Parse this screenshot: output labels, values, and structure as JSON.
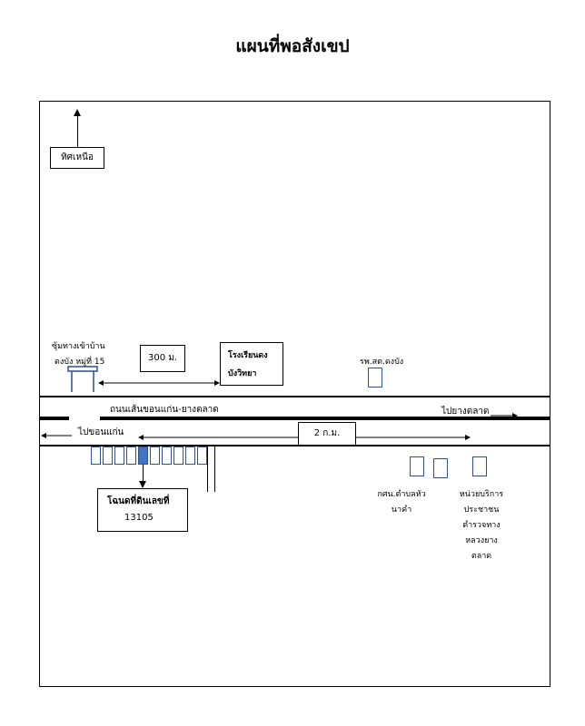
{
  "title": "แผนที่พอสังเขป",
  "north": "ทิศเหนือ",
  "junction": [
    "ซุ้มทางเข้าบ้าน",
    "ดงบัง หมู่ที่ 15"
  ],
  "dist_300": "300 ม.",
  "school": [
    "โรงเรียนดง",
    "บังวิทยา"
  ],
  "hospital": "รพ.สต.ดงบัง",
  "road_name": "ถนนเส้นขอนแก่น-ยางตลาด",
  "to_yangtalad": "ไปยางตลาด",
  "to_khonkaen": "ไปขอนแก่น",
  "dist_2km": "2 ก.ม.",
  "deed": [
    "โฉนดที่ดินเลขที่",
    "13105"
  ],
  "office": [
    "กศน.ตำบลหัว",
    "นาคำ"
  ],
  "police": [
    "หน่วยบริการ",
    "ประชาชน",
    "ตำรวจทาง",
    "หลวงยาง",
    "ตลาด"
  ]
}
